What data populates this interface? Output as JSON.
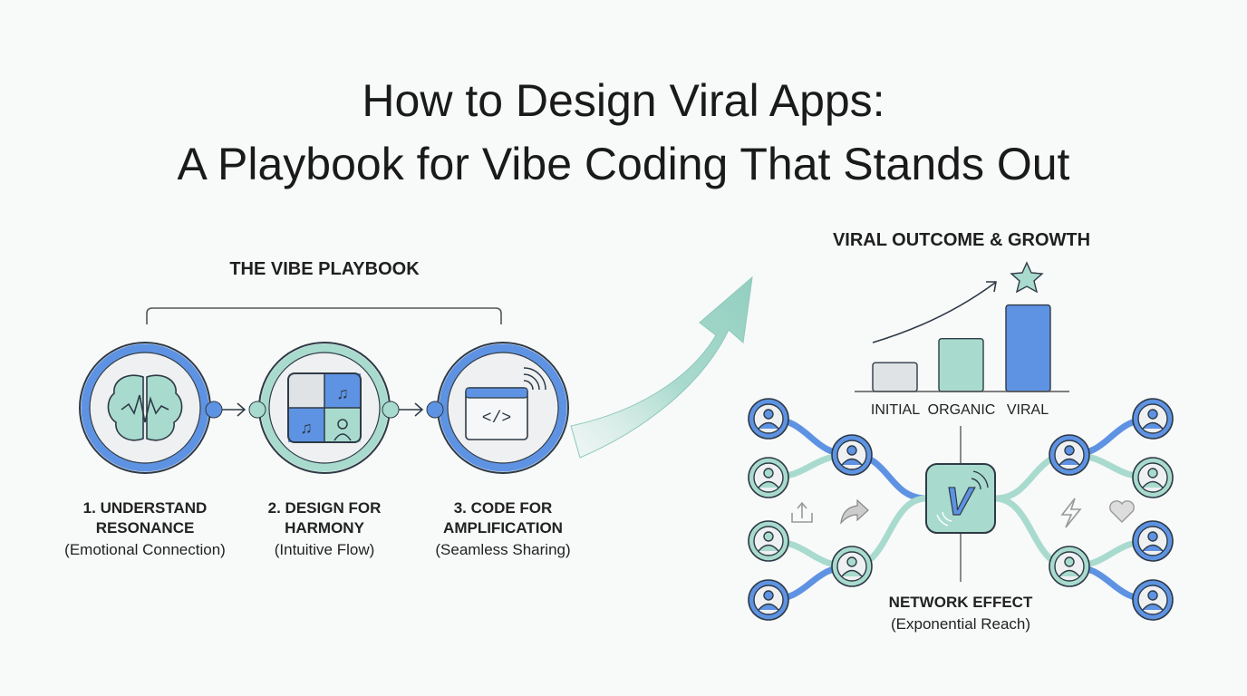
{
  "title": {
    "line1": "How to Design Viral Apps:",
    "line2": "A Playbook for Vibe Coding That Stands Out"
  },
  "playbook": {
    "heading": "THE VIBE PLAYBOOK",
    "steps": [
      {
        "line1": "1. UNDERSTAND",
        "line2": "RESONANCE",
        "sub": "(Emotional Connection)",
        "icon": "brain-icon"
      },
      {
        "line1": "2. DESIGN FOR",
        "line2": "HARMONY",
        "sub": "(Intuitive Flow)",
        "icon": "puzzle-icon"
      },
      {
        "line1": "3. CODE FOR",
        "line2": "AMPLIFICATION",
        "sub": "(Seamless Sharing)",
        "icon": "code-window-icon"
      }
    ]
  },
  "outcome": {
    "heading": "VIRAL OUTCOME & GROWTH",
    "bars": [
      {
        "label": "INITIAL",
        "level": 0.3,
        "color": "#dfe3e6"
      },
      {
        "label": "ORGANIC",
        "level": 0.55,
        "color": "#a8dbce"
      },
      {
        "label": "VIRAL",
        "level": 0.9,
        "color": "#5e93e3"
      }
    ]
  },
  "network": {
    "label": "NETWORK EFFECT",
    "sub": "(Exponential Reach)",
    "hub_letter": "V"
  },
  "colors": {
    "blue": "#5e93e3",
    "teal": "#a8dbce",
    "outline": "#2e3a46"
  }
}
